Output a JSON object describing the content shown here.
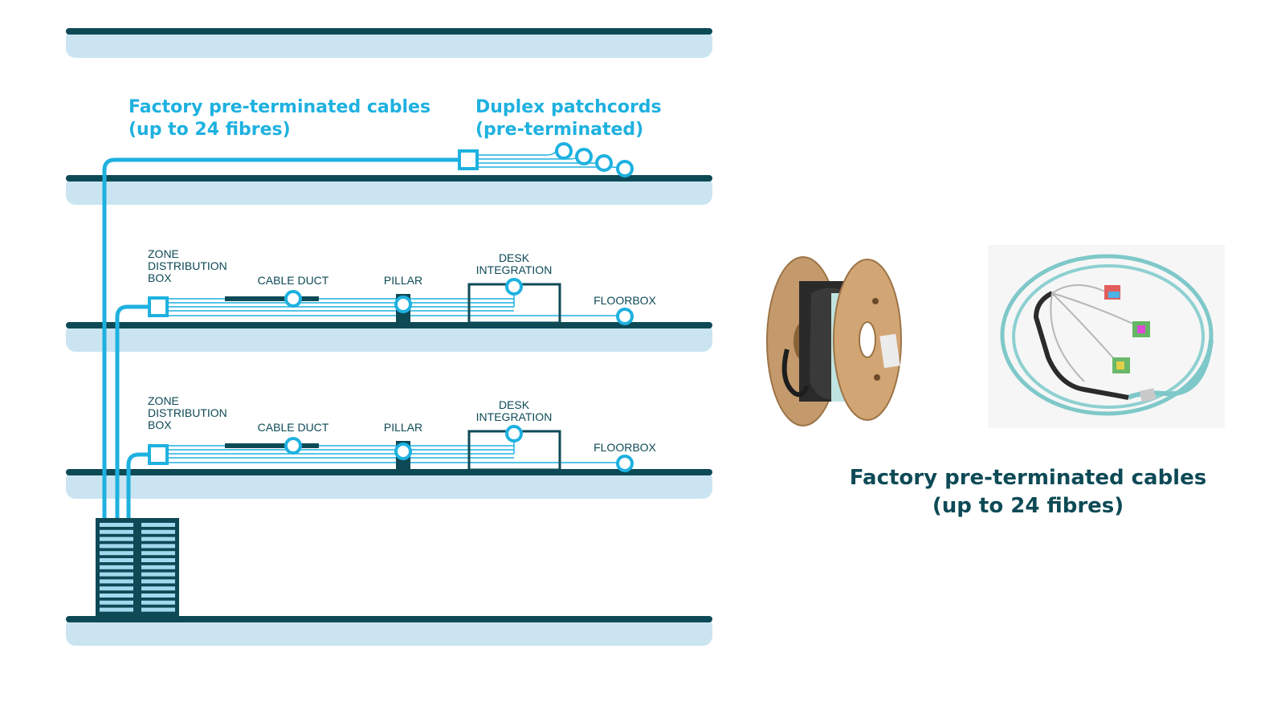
{
  "colors": {
    "accent": "#1eb1e0",
    "dark": "#0d4a56",
    "floor_light": "#cae5f1",
    "floor_dark": "#0d4a56"
  },
  "labels": {
    "top_left_line1": "Factory pre-terminated cables",
    "top_left_line2": "(up to 24 fibres)",
    "top_right_line1": "Duplex patchcords",
    "top_right_line2": "(pre-terminated)"
  },
  "floors": [
    {
      "zone_lines": [
        "ZONE",
        "DISTRIBUTION",
        "BOX"
      ],
      "cable_duct": "CABLE DUCT",
      "pillar": "PILLAR",
      "desk_lines": [
        "DESK",
        "INTEGRATION"
      ],
      "floorbox": "FLOORBOX"
    },
    {
      "zone_lines": [
        "ZONE",
        "DISTRIBUTION",
        "BOX"
      ],
      "cable_duct": "CABLE DUCT",
      "pillar": "PILLAR",
      "desk_lines": [
        "DESK",
        "INTEGRATION"
      ],
      "floorbox": "FLOORBOX"
    }
  ],
  "caption": {
    "line1": "Factory pre-terminated cables",
    "line2": "(up to 24 fibres)"
  },
  "photos": [
    {
      "name": "cable-reel-photo",
      "icon": "cable-reel"
    },
    {
      "name": "fibre-cable-coil-photo",
      "icon": "fibre-coil"
    }
  ]
}
